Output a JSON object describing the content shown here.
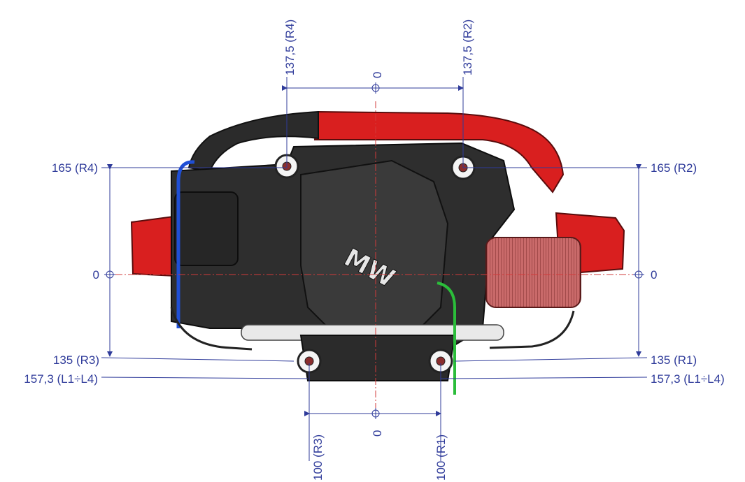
{
  "drawing": {
    "logo_text": "MW",
    "colors": {
      "dimension": "#2f3b9a",
      "centerline": "#d23b3b",
      "engine_body": "#2b2b2b",
      "engine_red": "#d91f1f",
      "filter": "#b44a4a",
      "hose_blue": "#1f4fd6",
      "hose_green": "#2bbd3a"
    },
    "top": {
      "label_left": "137,5 (R4)",
      "label_right": "137,5 (R2)",
      "center": "0"
    },
    "bottom": {
      "label_left": "100 (R3)",
      "label_right": "100 (R1)",
      "center": "0"
    },
    "left": {
      "upper": "165 (R4)",
      "center": "0",
      "lower": "135 (R3)",
      "bottom": "157,3 (L1÷L4)"
    },
    "right": {
      "upper": "165 (R2)",
      "center": "0",
      "lower": "135 (R1)",
      "bottom": "157,3 (L1÷L4)"
    }
  }
}
